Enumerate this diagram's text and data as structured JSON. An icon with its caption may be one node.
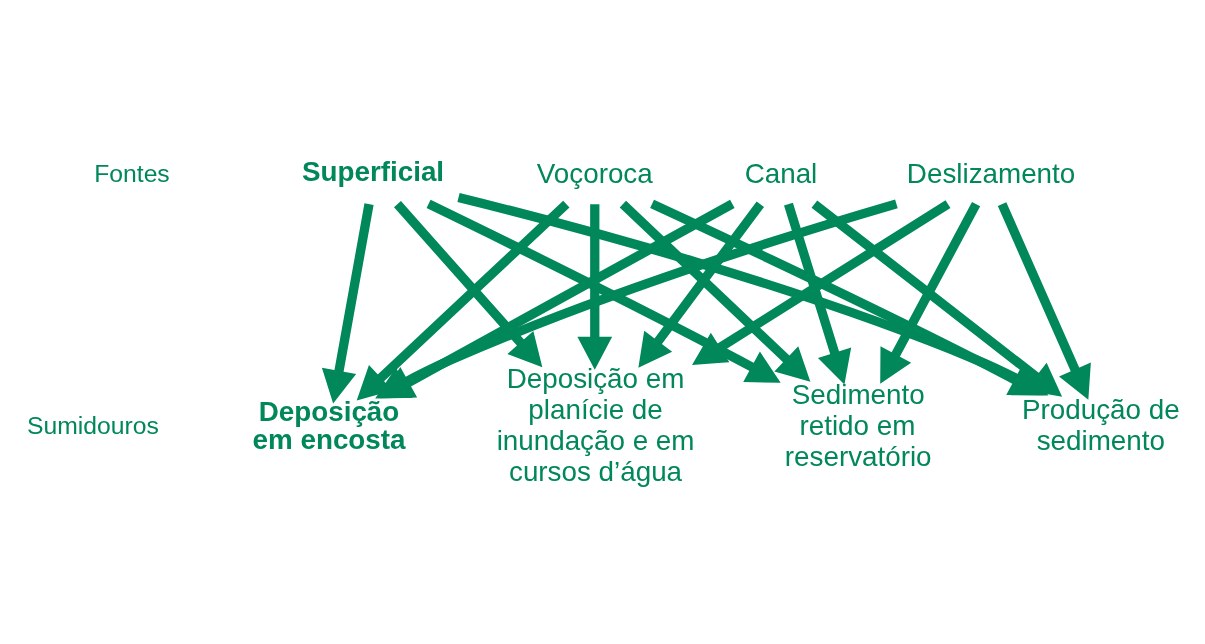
{
  "diagram": {
    "nodes": [
      {
        "text": [
          "Superficial"
        ]
      },
      {
        "text": [
          "Voçoroca"
        ]
      },
      {
        "text": [
          "Canal"
        ]
      },
      {
        "text": [
          "Deslizamento"
        ]
      },
      {
        "text": [
          "Produção de sedimento"
        ]
      },
      {
        "text": [
          "Deposição em encosta"
        ]
      },
      {
        "text": [
          "Deposição em planície de inundação e em cursos d’água"
        ]
      },
      {
        "text": [
          "Sedimento retido em reservatório"
        ]
      }
    ],
    "edges": [
      {
        "from": 0,
        "to": 5,
        "arrow": "to"
      },
      {
        "from": 0,
        "to": 6,
        "arrow": "to"
      },
      {
        "from": 0,
        "to": 7,
        "arrow": "to"
      },
      {
        "from": 0,
        "to": 4,
        "arrow": "to"
      },
      {
        "from": 1,
        "to": 5,
        "arrow": "to"
      },
      {
        "from": 1,
        "to": 6,
        "arrow": "to"
      },
      {
        "from": 1,
        "to": 7,
        "arrow": "to"
      },
      {
        "from": 1,
        "to": 4,
        "arrow": "to"
      },
      {
        "from": 2,
        "to": 5,
        "arrow": "to"
      },
      {
        "from": 2,
        "to": 6,
        "arrow": "to"
      },
      {
        "from": 2,
        "to": 7,
        "arrow": "to"
      },
      {
        "from": 2,
        "to": 4,
        "arrow": "to"
      },
      {
        "from": 3,
        "to": 5,
        "arrow": "to"
      },
      {
        "from": 3,
        "to": 6,
        "arrow": "to"
      },
      {
        "from": 3,
        "to": 7,
        "arrow": "to"
      },
      {
        "from": 3,
        "to": 4,
        "arrow": "to"
      }
    ],
    "labels": [
      "Fontes",
      "Sumidouros"
    ]
  }
}
